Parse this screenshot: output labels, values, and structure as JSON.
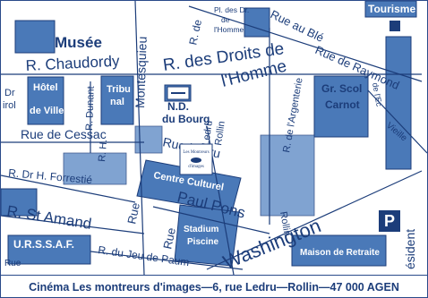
{
  "colors": {
    "background": "#ffffff",
    "street_ink": "#1c3d7a",
    "building_fill": "#4a79b8",
    "highlight_fill": "#6b93c9",
    "road_fill": "#ffffff"
  },
  "map": {
    "labels": {
      "tourisme": "Tourisme",
      "pl_des_dr": "Pl. des Dr.",
      "de": "de",
      "l_homme_small": "l'Homme",
      "r_de": "R. de",
      "r_au_ble": "Rue au Blé",
      "r_de_raymond": "Rue de Raymond",
      "musee": "Musée",
      "r_chaudordy": "R. Chaudordy",
      "montesquieu": "Montesquieu",
      "r_des_droits": "R. des Droits de",
      "l_homme": "l'Homme",
      "r_dr": "Dr",
      "irol": "irol",
      "hotel": "Hôtel",
      "de_ville": "de Ville",
      "r_dunant": "R. Dunant",
      "tribunal_1": "Tribu",
      "tribunal_2": "nal",
      "nd_1": "N.D.",
      "nd_2": "du Bourg",
      "gr_scol": "Gr. Scol",
      "carnot": "Carnot",
      "de_l_ec": "de l'Ec",
      "vieille": "Vieille",
      "rue_de_cessac": "Rue de Cessac",
      "rue_ledru": "Rue Ledru",
      "ledru_rollin": "Ledru",
      "rollin": "Rollin",
      "r_de_l_argenterie": "R. de l'Argenterie",
      "rollin_2": "Rollin",
      "r_h": "R. H.",
      "r_dr_h_forrestie": "R. Dr H. Forrestié",
      "centre_culturel": "Centre Culturel",
      "paul_pons": "Paul Pons",
      "r_st_amand": "R. St Amand",
      "rue": "Rue",
      "rue_2": "Rue",
      "stadium_1": "Stadium",
      "stadium_2": "Piscine",
      "washington": "Washington",
      "parking": "P",
      "president": "ésident",
      "urssaf": "U.R.S.S.A.F.",
      "r_du_jeu_de_paume": "R. du Jeu de Paum",
      "maison_de_retraite": "Maison de Retraite",
      "rue_small": "Rue",
      "cinema_sign_1": "Les Montreurs",
      "cinema_sign_2": "d'images"
    }
  },
  "caption": "Cinéma Les montreurs d'images—6, rue Ledru—Rollin—47 000 AGEN"
}
